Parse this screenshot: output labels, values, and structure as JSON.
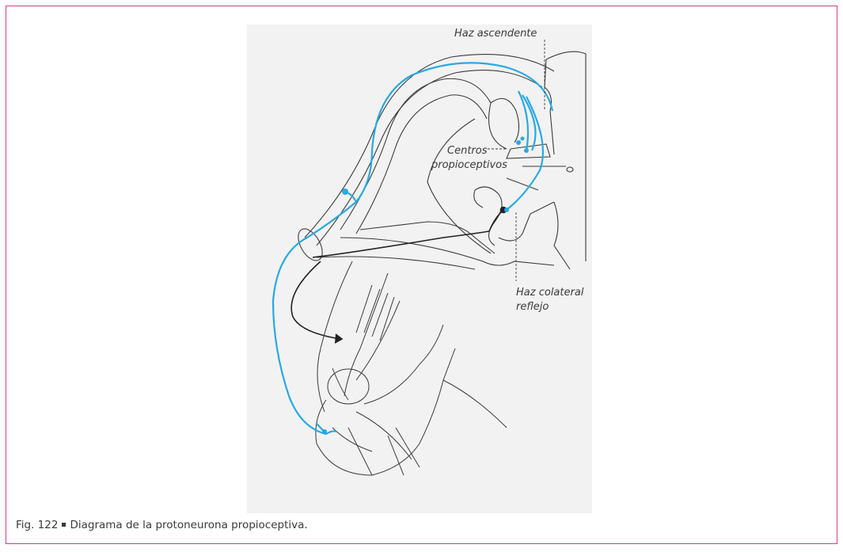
{
  "labels": {
    "haz_ascendente": "Haz ascendente",
    "centros_line1": "Centros",
    "centros_line2": "propioceptivos",
    "haz_colateral_line1": "Haz colateral",
    "haz_colateral_line2": "reflejo"
  },
  "caption": {
    "figure_number": "Fig. 122",
    "text": "Diagrama de la protoneurona propioceptiva."
  },
  "colors": {
    "frame": "#d63b8f",
    "neuron": "#29a9e0",
    "outline": "#3b3b3b",
    "panel": "#f2f2f2"
  }
}
